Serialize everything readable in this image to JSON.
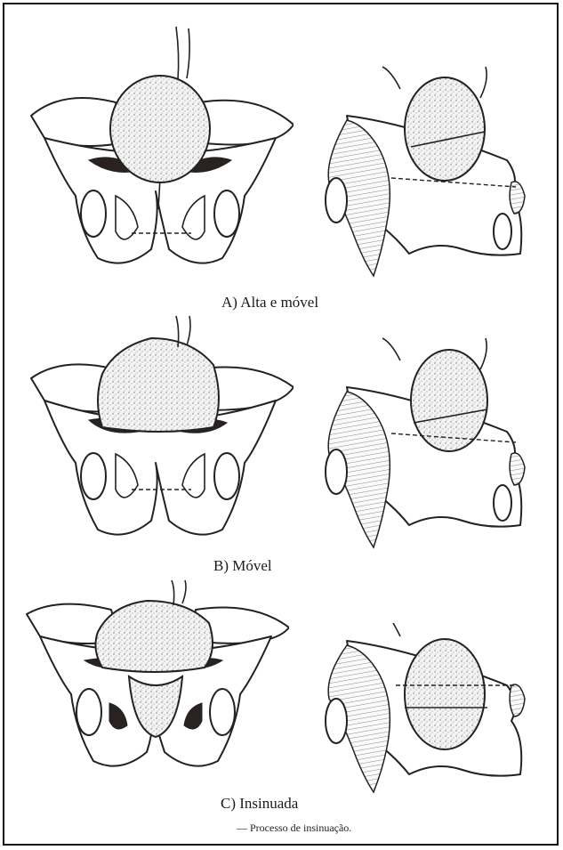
{
  "panels": [
    {
      "label": "A) Alta e móvel"
    },
    {
      "label": "B) Móvel"
    },
    {
      "label": "C) Insinuada"
    }
  ],
  "caption": "— Processo de insinuação."
}
